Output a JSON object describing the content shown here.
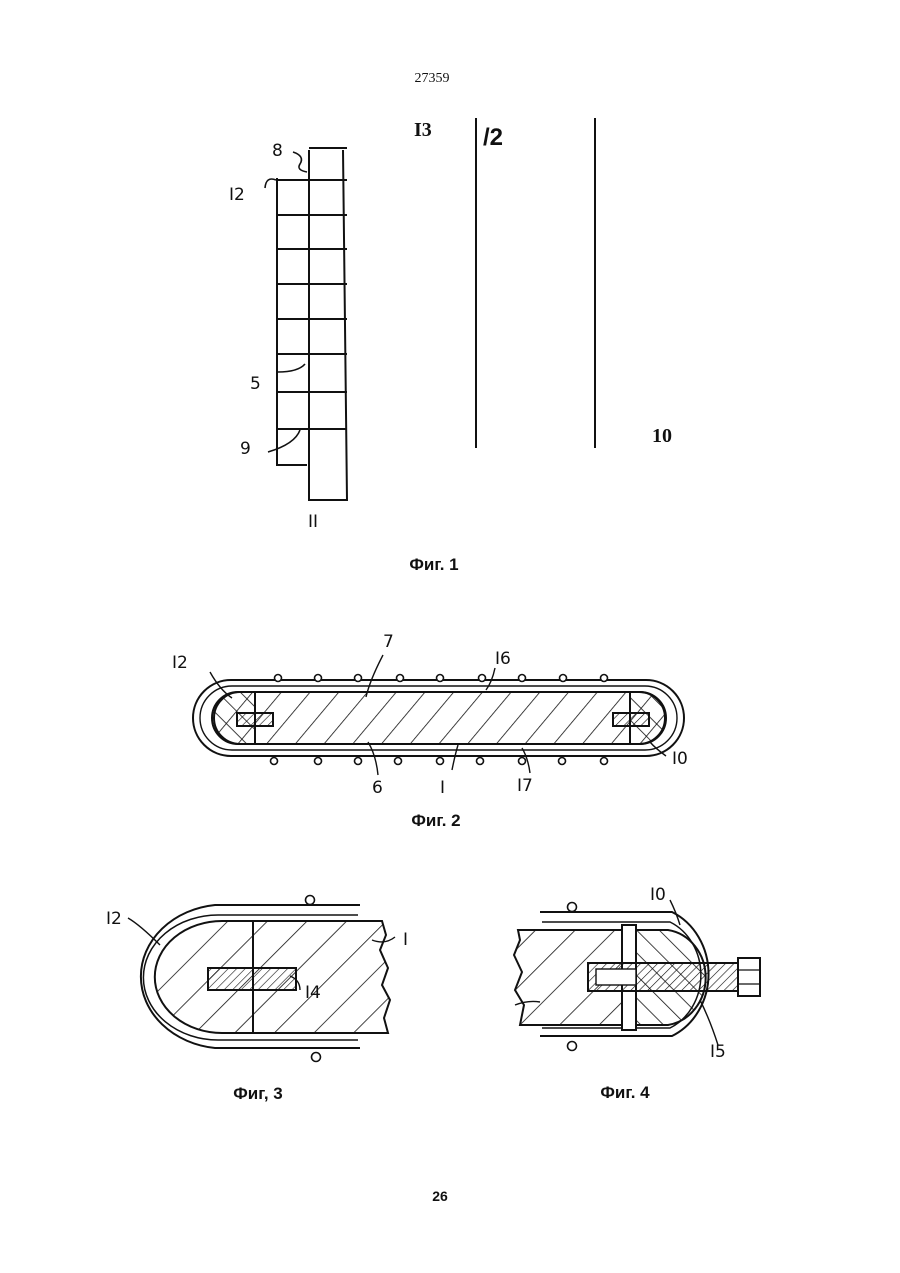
{
  "header": {
    "doc_number": "27359"
  },
  "footer": {
    "page_number": "26"
  },
  "fig1": {
    "caption": "Фиг. 1",
    "labels": {
      "l8": "8",
      "l12": "I2",
      "l5": "5",
      "l9": "9",
      "l11": "II",
      "l13": "I3",
      "l2": "/2",
      "l10": "10"
    }
  },
  "fig2": {
    "caption": "Фиг. 2",
    "labels": {
      "l12": "I2",
      "l7": "7",
      "l16": "I6",
      "l10": "I0",
      "l6": "6",
      "l1": "I",
      "l17": "I7"
    }
  },
  "fig3": {
    "caption": "Фиг, 3",
    "labels": {
      "l12": "I2",
      "l1": "I",
      "l14": "I4"
    }
  },
  "fig4": {
    "caption": "Фиг. 4",
    "labels": {
      "l10": "I0",
      "l15": "I5"
    }
  },
  "colors": {
    "ink": "#111111",
    "paper": "#ffffff"
  }
}
